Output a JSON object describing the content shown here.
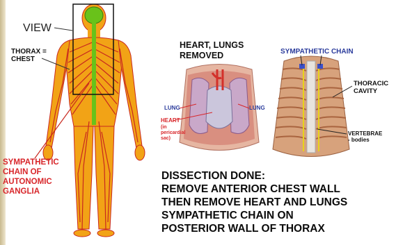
{
  "labels": {
    "view": "VIEW",
    "thorax": "THORAX =\nCHEST",
    "sympathetic_ganglia": "SYMPATHETIC\nCHAIN OF\nAUTONOMIC\nGANGLIA",
    "heart_lungs_removed": "HEART, LUNGS\nREMOVED",
    "sympathetic_chain": "SYMPATHETIC CHAIN",
    "thoracic_cavity": "THORACIC\nCAVITY",
    "vertebrae": "VERTEBRAE\n- bodies",
    "lung_left": "LUNG",
    "lung_right": "LUNG",
    "heart": "HEART",
    "heart_sub": "(in\npericardial\nsac)"
  },
  "caption": "DISSECTION DONE:\nREMOVE ANTERIOR CHEST WALL\nTHEN REMOVE HEART AND LUNGS\nSYMPATHETIC CHAIN ON\nPOSTERIOR WALL OF THORAX",
  "colors": {
    "body_fill": "#f2a316",
    "nerve_red": "#c8281f",
    "brain_green": "#69c21a",
    "label_red": "#d8262a",
    "label_blue": "#2a3b9c"
  }
}
